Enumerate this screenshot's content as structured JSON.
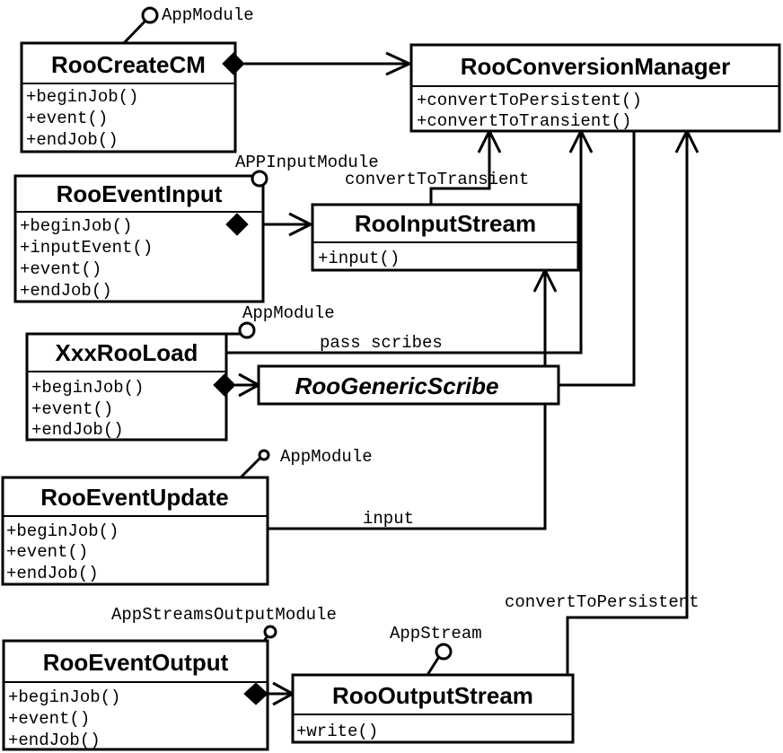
{
  "classes": {
    "createcm": {
      "name": "RooCreateCM",
      "methods": [
        "+beginJob()",
        "+event()",
        "+endJob()"
      ],
      "interface": "AppModule"
    },
    "convmgr": {
      "name": "RooConversionManager",
      "methods": [
        "+convertToPersistent()",
        "+convertToTransient()"
      ]
    },
    "eventinput": {
      "name": "RooEventInput",
      "methods": [
        "+beginJob()",
        "+inputEvent()",
        "+event()",
        "+endJob()"
      ],
      "interface": "APPInputModule"
    },
    "inputstream": {
      "name": "RooInputStream",
      "methods": [
        "+input()"
      ]
    },
    "xxxrooload": {
      "name": "XxxRooLoad",
      "methods": [
        "+beginJob()",
        "+event()",
        "+endJob()"
      ],
      "interface": "AppModule"
    },
    "genericscribe": {
      "name": "RooGenericScribe",
      "methods": []
    },
    "eventupdate": {
      "name": "RooEventUpdate",
      "methods": [
        "+beginJob()",
        "+event()",
        "+endJob()"
      ],
      "interface": "AppModule"
    },
    "eventoutput": {
      "name": "RooEventOutput",
      "methods": [
        "+beginJob()",
        "+event()",
        "+endJob()"
      ],
      "interface": "AppStreamsOutputModule"
    },
    "outputstream": {
      "name": "RooOutputStream",
      "methods": [
        "+write()"
      ],
      "interface": "AppStream"
    }
  },
  "edges": {
    "convert_to_transient": "convertToTransient",
    "pass_scribes": "pass scribes",
    "input": "input",
    "convert_to_persistent": "convertToPersistent"
  }
}
